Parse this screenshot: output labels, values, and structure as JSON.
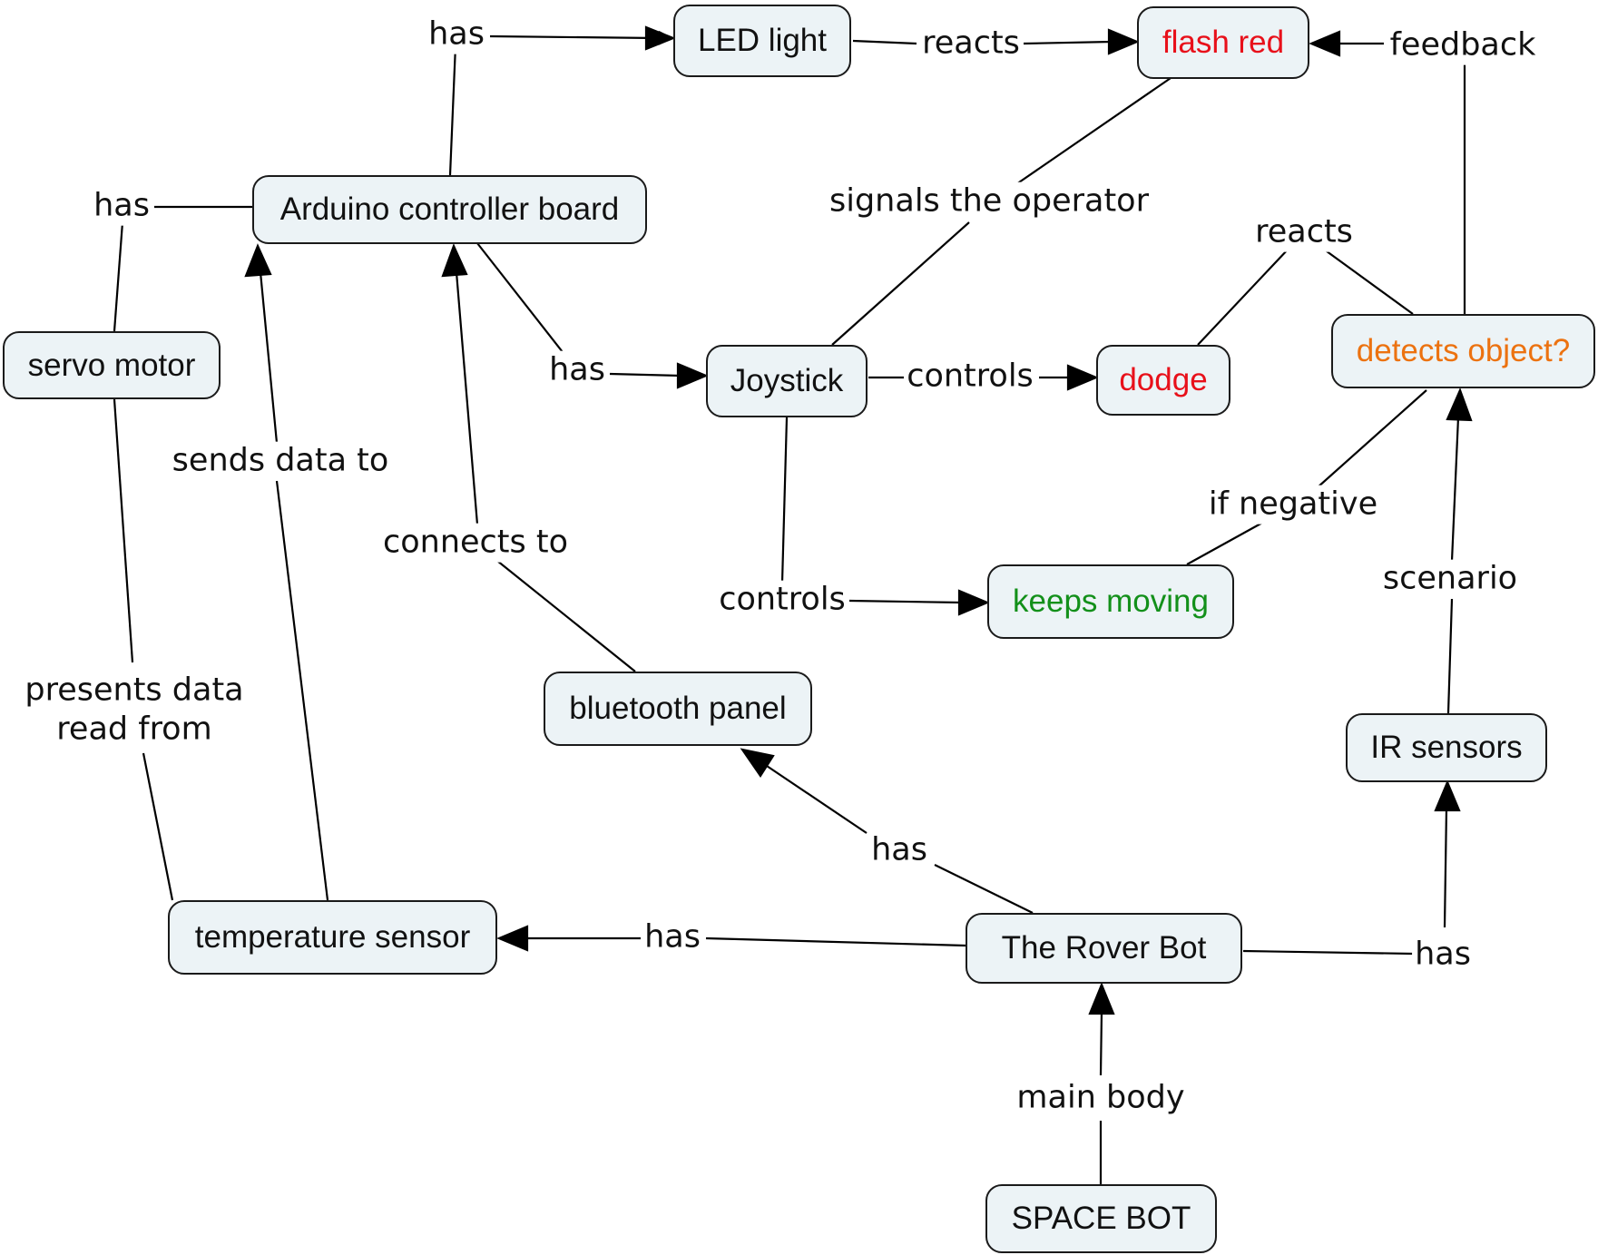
{
  "colors": {
    "red": "#e8101a",
    "orange": "#ec7210",
    "green": "#13901a",
    "default": "#111111"
  },
  "nodes": {
    "led_light": {
      "label": "LED light"
    },
    "flash_red": {
      "label": "flash red",
      "color": "#e8101a"
    },
    "arduino": {
      "label": "Arduino controller board"
    },
    "servo_motor": {
      "label": "servo motor"
    },
    "joystick": {
      "label": "Joystick"
    },
    "dodge": {
      "label": "dodge",
      "color": "#e8101a"
    },
    "detects_object": {
      "label": "detects object?",
      "color": "#ec7210"
    },
    "keeps_moving": {
      "label": "keeps moving",
      "color": "#13901a"
    },
    "bluetooth_panel": {
      "label": "bluetooth panel"
    },
    "ir_sensors": {
      "label": "IR sensors"
    },
    "temperature_sensor": {
      "label": "temperature sensor"
    },
    "rover_bot": {
      "label": "The Rover Bot"
    },
    "space_bot": {
      "label": "SPACE BOT"
    }
  },
  "links": {
    "arduino_has_led": "has",
    "led_reacts": "reacts",
    "feedback": "feedback",
    "arduino_has_servo": "has",
    "signals_operator": "signals the operator",
    "detects_reacts": "reacts",
    "arduino_has_joystick": "has",
    "joystick_controls_dodge": "controls",
    "sends_data_to": "sends data to",
    "connects_to": "connects to",
    "if_negative": "if negative",
    "scenario": "scenario",
    "joystick_controls_moving": "controls",
    "presents_data": "presents data\nread from",
    "rover_has_bluetooth": "has",
    "rover_has_temperature": "has",
    "rover_has_ir": "has",
    "main_body": "main body"
  }
}
